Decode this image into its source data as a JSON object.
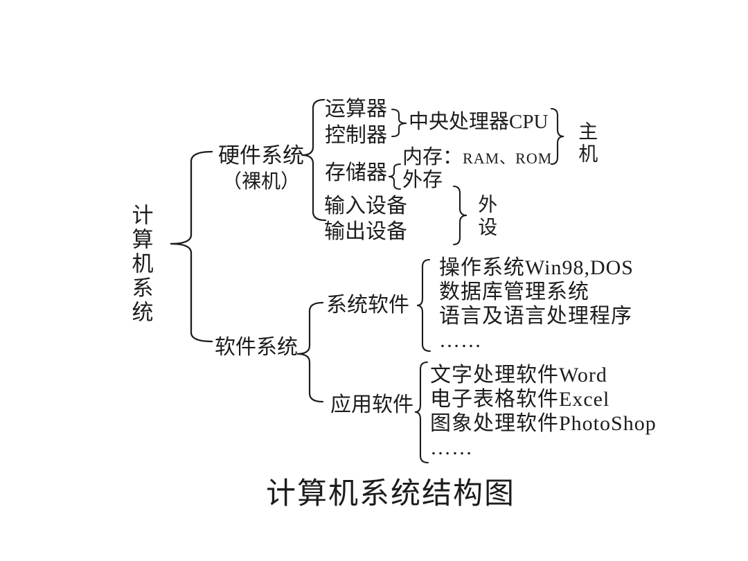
{
  "title": "计算机系统结构图",
  "root_label": "计算机系统",
  "hardware": {
    "label": "硬件系统",
    "sublabel": "（裸机）",
    "cpu_units": [
      "运算器",
      "控制器"
    ],
    "cpu_label": "中央处理器CPU",
    "storage_label": "存储器",
    "memory_label": "内存：",
    "memory_types": "RAM、ROM",
    "external_storage": "外存",
    "input_device": "输入设备",
    "output_device": "输出设备",
    "peripheral_label": "外设",
    "host_label": "主机"
  },
  "software": {
    "label": "软件系统",
    "system": {
      "label": "系统软件",
      "items": [
        "操作系统Win98,DOS",
        "数据库管理系统",
        "语言及语言处理程序",
        "……"
      ]
    },
    "application": {
      "label": "应用软件",
      "items": [
        "文字处理软件Word",
        "电子表格软件Excel",
        "图象处理软件PhotoShop",
        "……"
      ]
    }
  },
  "colors": {
    "ink": "#1c1c1c",
    "background": "#ffffff"
  }
}
